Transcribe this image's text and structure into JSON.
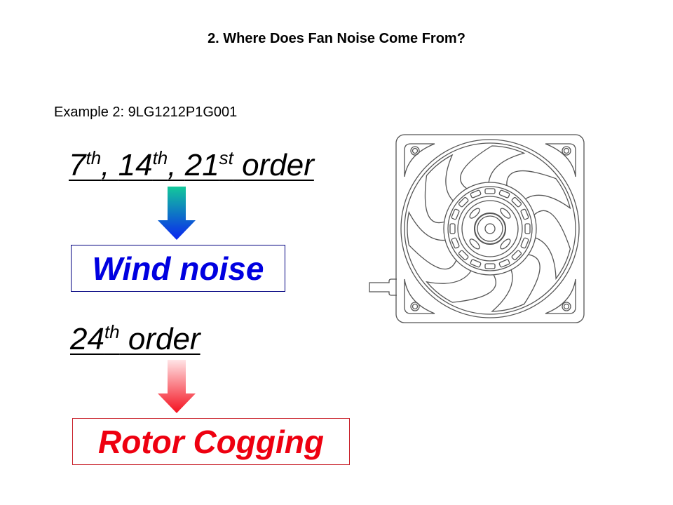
{
  "slide": {
    "title": "2. Where Does Fan Noise Come From?",
    "example_label": "Example 2: 9LG1212P1G001"
  },
  "sections": [
    {
      "orders": [
        {
          "num": "7",
          "suffix": "th",
          "sep": ", "
        },
        {
          "num": "14",
          "suffix": "th",
          "sep": ", "
        },
        {
          "num": "21",
          "suffix": "st",
          "sep": " order"
        }
      ],
      "arrow": {
        "color_top": "#13c99a",
        "color_bottom": "#0a24f0"
      },
      "result": "Wind noise",
      "result_color": "#0000e0"
    },
    {
      "orders": [
        {
          "num": "24",
          "suffix": "th",
          "sep": " order"
        }
      ],
      "arrow": {
        "color_top": "#ffe4e6",
        "color_bottom": "#f4101e"
      },
      "result": "Rotor Cogging",
      "result_color": "#ee0010"
    }
  ],
  "illustration": {
    "name": "fan-drawing",
    "blade_count": 7,
    "stroke_color": "#555555"
  }
}
